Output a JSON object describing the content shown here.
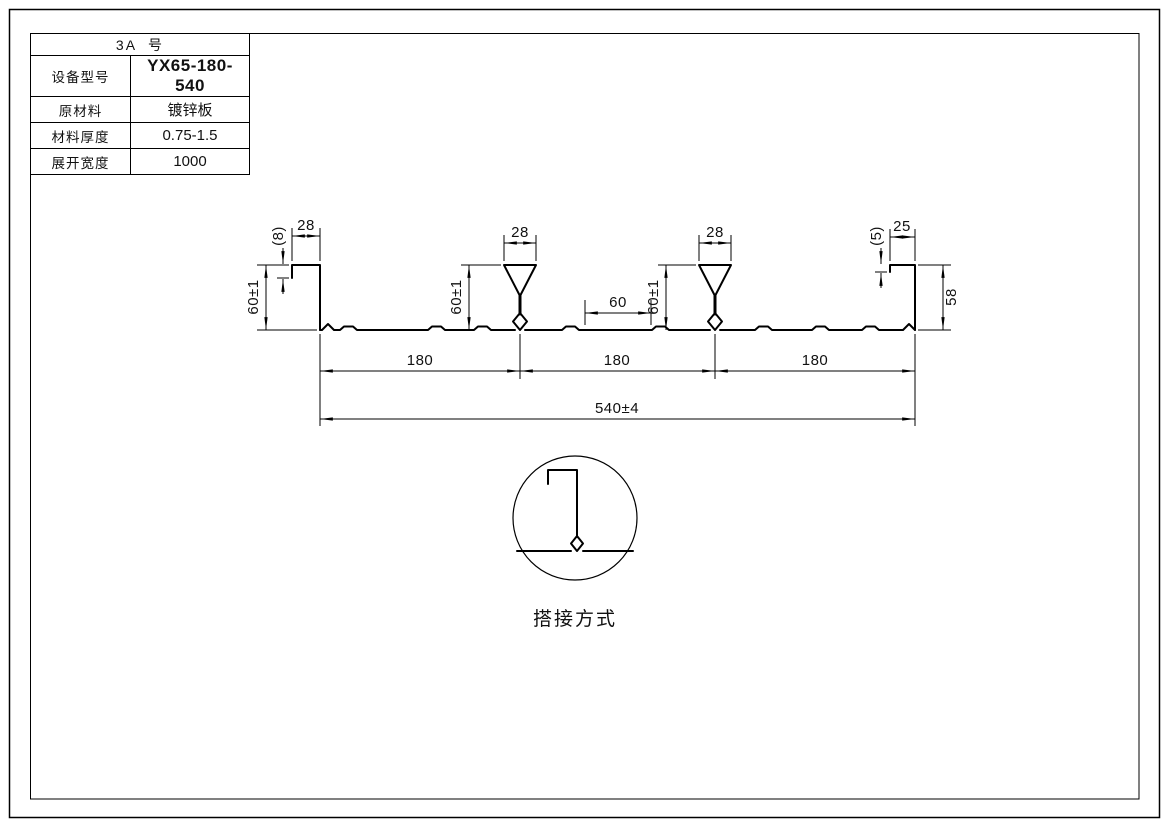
{
  "page": {
    "background": "#ffffff",
    "line_color": "#000000"
  },
  "title_block": {
    "header": "3A  号",
    "rows": [
      {
        "label": "设备型号",
        "value": "YX65-180-540"
      },
      {
        "label": "原材料",
        "value": "镀锌板"
      },
      {
        "label": "材料厚度",
        "value": "0.75-1.5"
      },
      {
        "label": "展开宽度",
        "value": "1000"
      }
    ]
  },
  "drawing": {
    "dims": {
      "left_lip": "(8)",
      "left_top": "28",
      "left_height": "60±1",
      "rib1_top": "28",
      "rib1_height": "60±1",
      "rib2_top": "28",
      "rib2_height": "60±1",
      "mid_flat": "60",
      "right_lip": "(5)",
      "right_top": "25",
      "right_height": "58",
      "pitch": [
        "180",
        "180",
        "180"
      ],
      "overall": "540±4"
    },
    "detail_label": "搭接方式"
  }
}
